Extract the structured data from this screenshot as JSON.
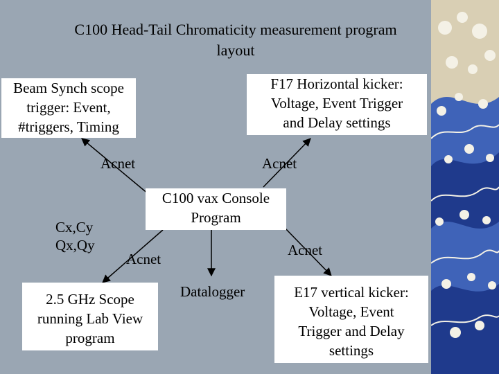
{
  "title": {
    "line1": "C100 Head-Tail Chromaticity measurement program",
    "line2": "layout"
  },
  "nodes": {
    "beam_synch": [
      "Beam Synch scope",
      "trigger: Event,",
      "#triggers, Timing"
    ],
    "f17": [
      "F17 Horizontal kicker:",
      "Voltage, Event Trigger",
      "and Delay settings"
    ],
    "console": [
      "C100 vax Console",
      "Program"
    ],
    "scope": [
      "2.5 GHz Scope",
      "running Lab View",
      "program"
    ],
    "datalogger": "Datalogger",
    "e17": [
      "E17 vertical kicker:",
      "Voltage, Event",
      "Trigger and Delay",
      "settings"
    ]
  },
  "edge_labels": {
    "acnet_upper_left": "Acnet",
    "acnet_upper_right": "Acnet",
    "acnet_lower_left": "Acnet",
    "acnet_lower_right": "Acnet",
    "chroma_line1": "Cx,Cy",
    "chroma_line2": "Qx,Qy"
  },
  "colors": {
    "background": "#9aa6b3",
    "box": "#ffffff",
    "wave_deep": "#1f3a8c",
    "wave_mid": "#3f63b8",
    "foam": "#f4f1e6",
    "paper": "#d9cfb4"
  }
}
